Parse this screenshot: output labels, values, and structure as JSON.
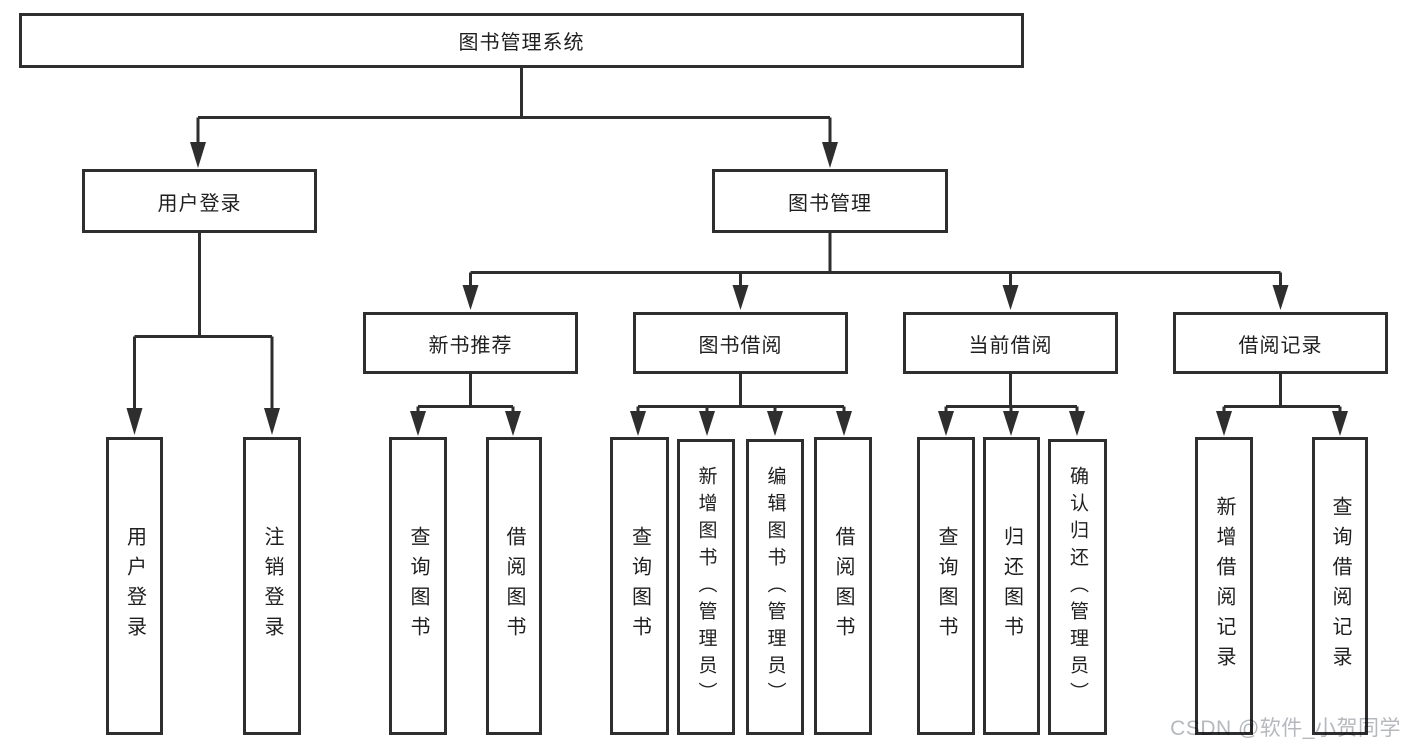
{
  "diagram": {
    "type": "tree",
    "root": {
      "label": "图书管理系统"
    },
    "level2": {
      "user_login": {
        "label": "用户登录"
      },
      "book_management": {
        "label": "图书管理"
      }
    },
    "level3": {
      "new_book_recommend": {
        "label": "新书推荐",
        "parent": "图书管理"
      },
      "book_borrow": {
        "label": "图书借阅",
        "parent": "图书管理"
      },
      "current_borrow": {
        "label": "当前借阅",
        "parent": "图书管理"
      },
      "borrow_record": {
        "label": "借阅记录",
        "parent": "图书管理"
      }
    },
    "leaves": {
      "leaf_user_login": {
        "label": "用户登录",
        "parent": "用户登录"
      },
      "leaf_logout": {
        "label": "注销登录",
        "parent": "用户登录"
      },
      "leaf_query_books_recommend": {
        "label": "查询图书",
        "parent": "新书推荐"
      },
      "leaf_borrow_books_recommend": {
        "label": "借阅图书",
        "parent": "新书推荐"
      },
      "leaf_query_books_borrow": {
        "label": "查询图书",
        "parent": "图书借阅"
      },
      "leaf_add_books": {
        "label": "新增图书（管理员）",
        "parent": "图书借阅"
      },
      "leaf_edit_books": {
        "label": "编辑图书（管理员）",
        "parent": "图书借阅"
      },
      "leaf_borrow_books_borrow": {
        "label": "借阅图书",
        "parent": "图书借阅"
      },
      "leaf_query_books_current": {
        "label": "查询图书",
        "parent": "当前借阅"
      },
      "leaf_return_books": {
        "label": "归还图书",
        "parent": "当前借阅"
      },
      "leaf_confirm_return": {
        "label": "确认归还（管理员）",
        "parent": "当前借阅"
      },
      "leaf_add_borrow_record": {
        "label": "新增借阅记录",
        "parent": "借阅记录"
      },
      "leaf_query_borrow_record": {
        "label": "查询借阅记录",
        "parent": "借阅记录"
      }
    }
  },
  "watermark": {
    "text": "CSDN @软件_小贺同学"
  },
  "colors": {
    "line": "#2e2e2e",
    "text": "#1f1f1f",
    "background": "#ffffff",
    "watermark": "#b5b8bd"
  }
}
